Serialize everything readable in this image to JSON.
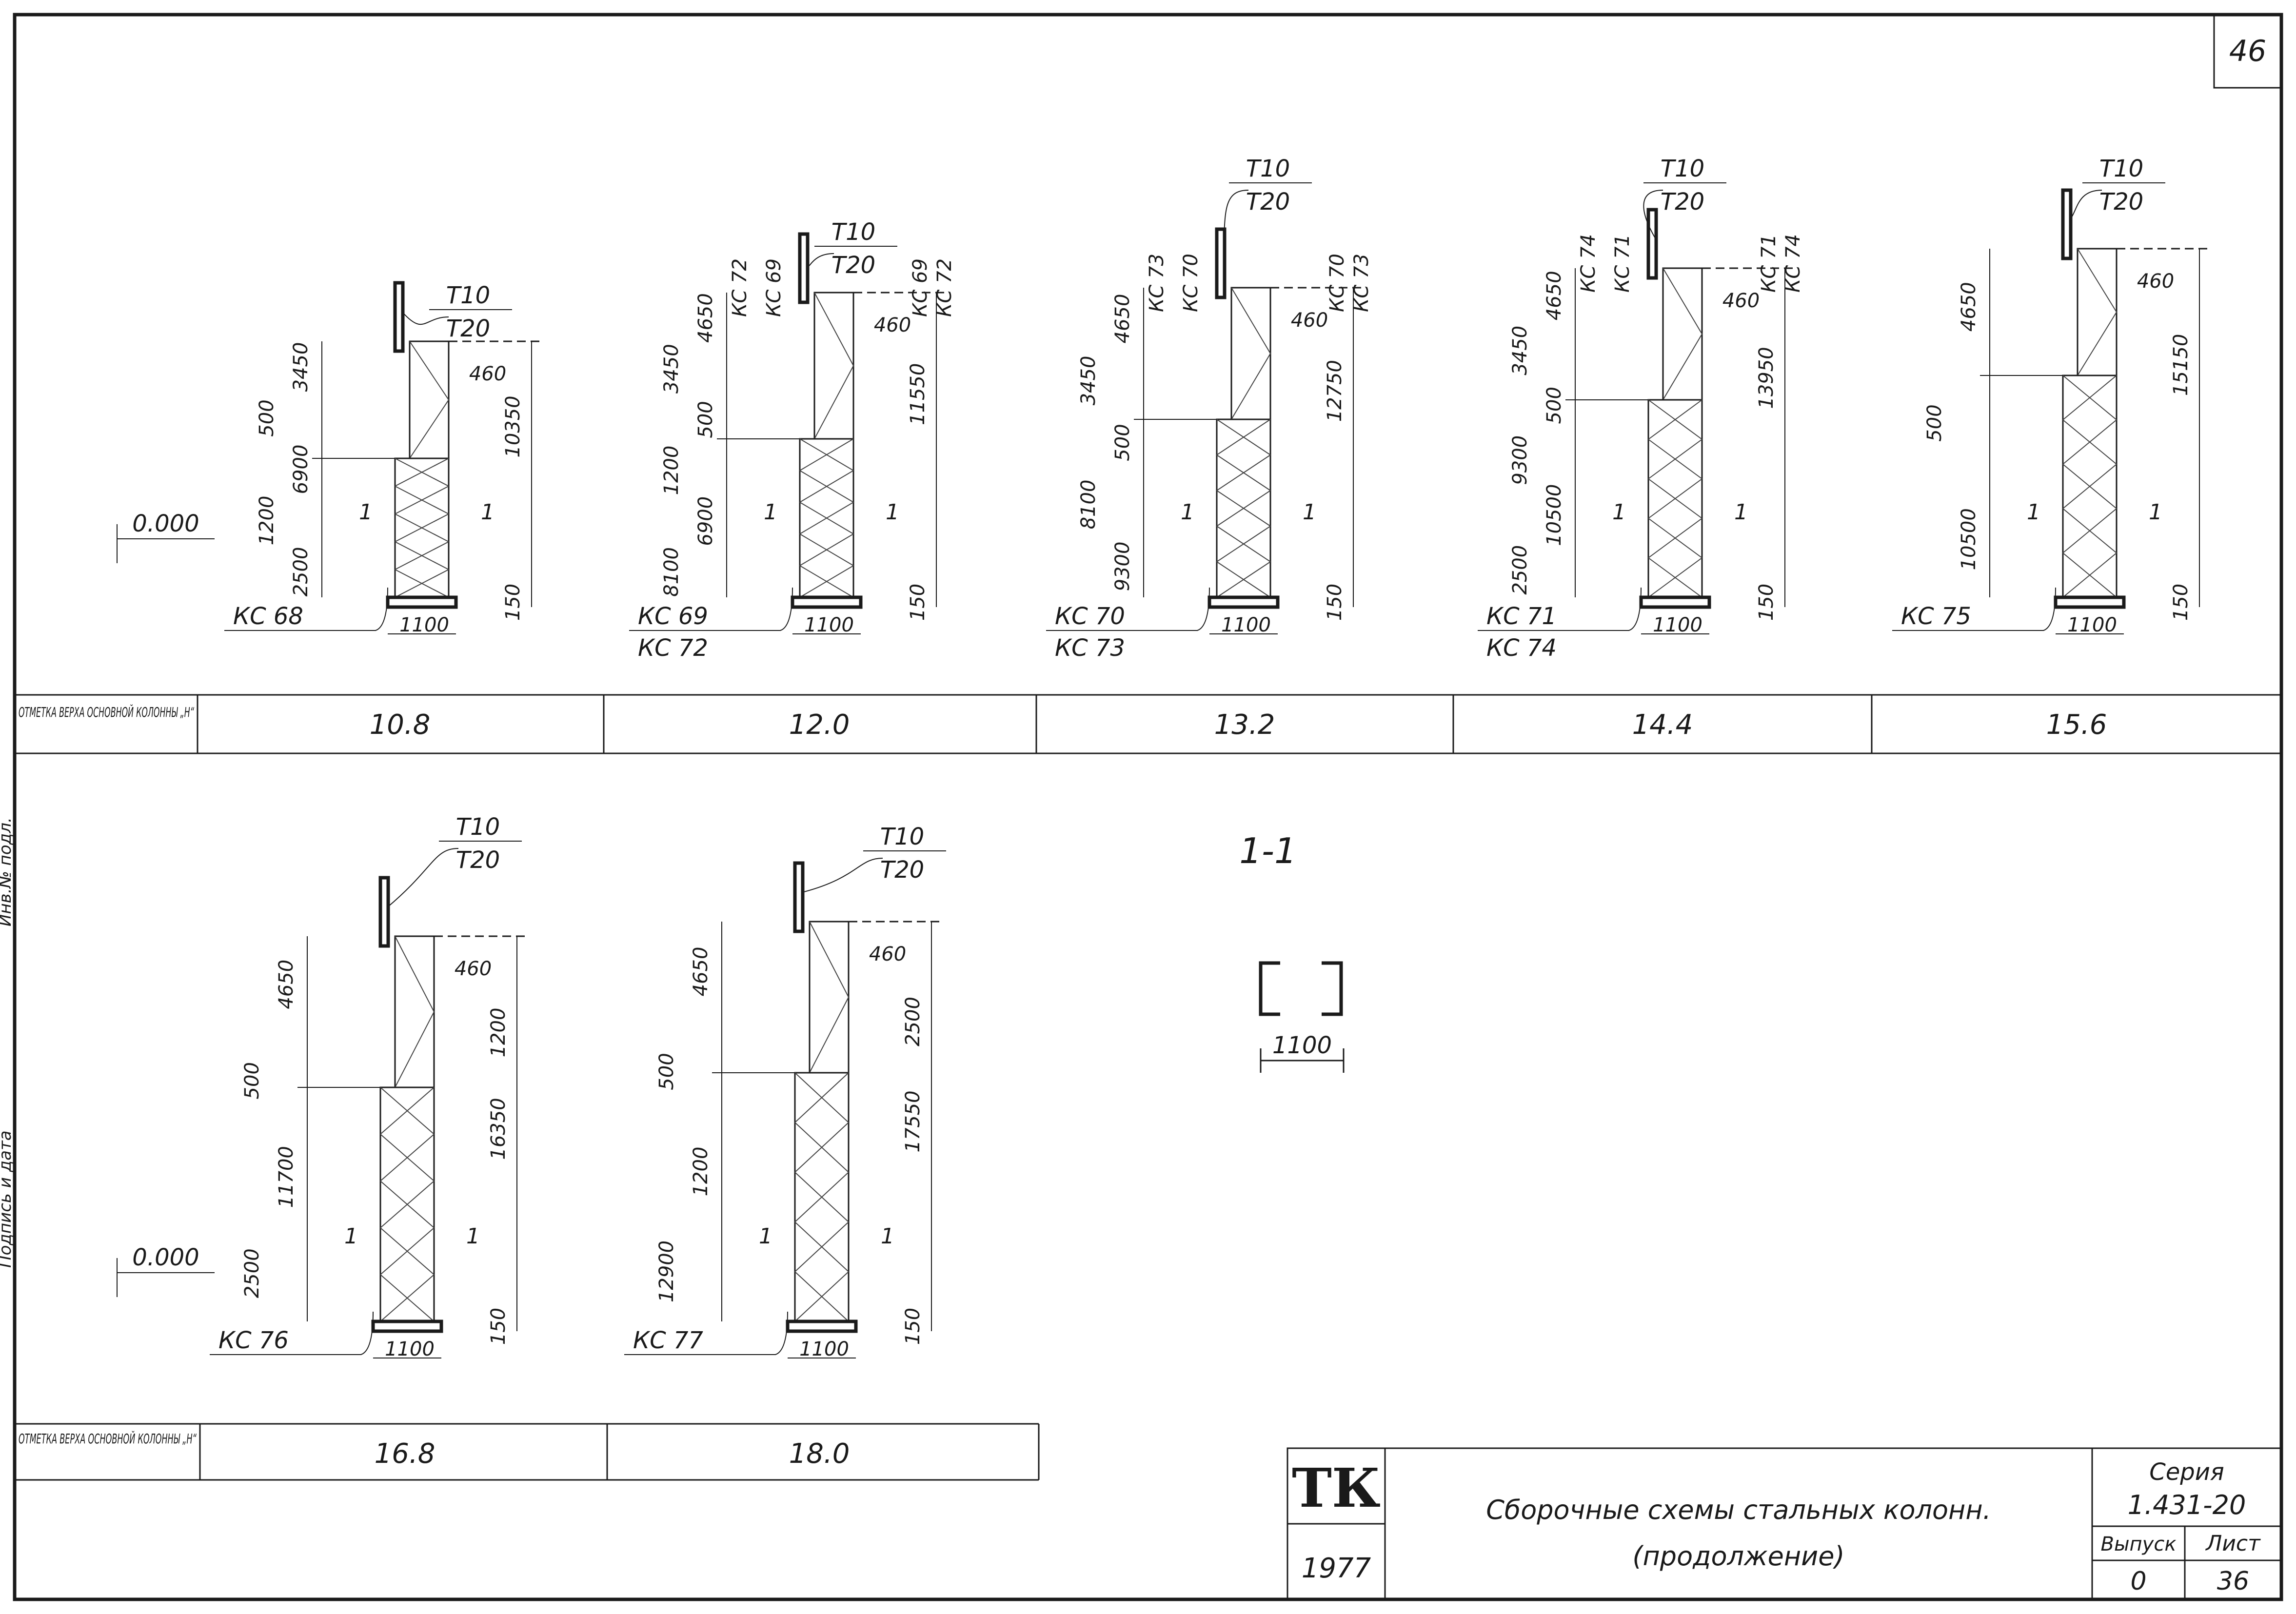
{
  "sheet_number": "46",
  "left_margin": {
    "stamp": "Инв.№ подл.",
    "note": "Подпись и дата"
  },
  "columns": [
    {
      "id": "c1",
      "label_top": "Т10",
      "label_bottom": "Т20",
      "mark": "КС 68",
      "dims_left": [
        "3450",
        "500",
        "6900",
        "1200",
        "2500"
      ],
      "dims_right": [
        "460",
        "10350",
        "150"
      ],
      "width": "1100",
      "zero": "0.000"
    },
    {
      "id": "c2",
      "label_top": "Т10",
      "label_bottom": "Т20",
      "mark_top": "КС 69",
      "mark_bottom": "КС 72",
      "marks_top_left": [
        "КС 72",
        "КС 69"
      ],
      "marks_top_right": [
        "КС 69",
        "КС 72"
      ],
      "dims_left": [
        "4650",
        "3450",
        "500",
        "1200",
        "6900",
        "8100"
      ],
      "dims_right": [
        "460",
        "11550",
        "150"
      ],
      "width": "1100"
    },
    {
      "id": "c3",
      "label_top": "Т10",
      "label_bottom": "Т20",
      "mark_top": "КС 70",
      "mark_bottom": "КС 73",
      "marks_top_left": [
        "КС 73",
        "КС 70"
      ],
      "marks_top_right": [
        "КС 70",
        "КС 73"
      ],
      "dims_left": [
        "4650",
        "3450",
        "500",
        "8100",
        "9300"
      ],
      "dims_right": [
        "460",
        "12750",
        "150"
      ],
      "width": "1100"
    },
    {
      "id": "c4",
      "label_top": "Т10",
      "label_bottom": "Т20",
      "mark_top": "КС 71",
      "mark_bottom": "КС 74",
      "marks_top_left": [
        "КС 74",
        "КС 71"
      ],
      "marks_top_right": [
        "КС 71",
        "КС 74"
      ],
      "dims_left": [
        "4650",
        "3450",
        "500",
        "9300",
        "10500",
        "2500"
      ],
      "dims_right": [
        "460",
        "13950",
        "150"
      ],
      "width": "1100"
    },
    {
      "id": "c5",
      "label_top": "Т10",
      "label_bottom": "Т20",
      "mark": "КС 75",
      "dims_left": [
        "4650",
        "500",
        "10500"
      ],
      "dims_right": [
        "460",
        "15150",
        "150"
      ],
      "width": "1100"
    },
    {
      "id": "c6",
      "label_top": "Т10",
      "label_bottom": "Т20",
      "mark": "КС 76",
      "dims_left": [
        "4650",
        "500",
        "11700",
        "2500"
      ],
      "dims_right": [
        "460",
        "1200",
        "16350",
        "150"
      ],
      "width": "1100",
      "zero": "0.000"
    },
    {
      "id": "c7",
      "label_top": "Т10",
      "label_bottom": "Т20",
      "mark": "КС 77",
      "dims_left": [
        "4650",
        "500",
        "1200",
        "12900"
      ],
      "dims_right": [
        "460",
        "2500",
        "17550",
        "150"
      ],
      "width": "1100"
    }
  ],
  "section_marker": "1",
  "table_top": {
    "header": "ОТМЕТКА ВЕРХА ОСНОВНОЙ КОЛОННЫ „Н“",
    "values": [
      "10.8",
      "12.0",
      "13.2",
      "14.4",
      "15.6"
    ]
  },
  "table_bottom": {
    "header": "ОТМЕТКА ВЕРХА ОСНОВНОЙ КОЛОННЫ „Н“",
    "values": [
      "16.8",
      "18.0"
    ]
  },
  "section": {
    "title": "1-1",
    "width": "1100"
  },
  "title_block": {
    "logo": "ТК",
    "year": "1977",
    "title_line1": "Сборочные схемы стальных колонн.",
    "title_line2": "(продолжение)",
    "series_label": "Серия",
    "series_value": "1.431-20",
    "issue_label": "Выпуск",
    "sheet_label": "Лист",
    "issue_value": "0",
    "sheet_value": "36"
  }
}
